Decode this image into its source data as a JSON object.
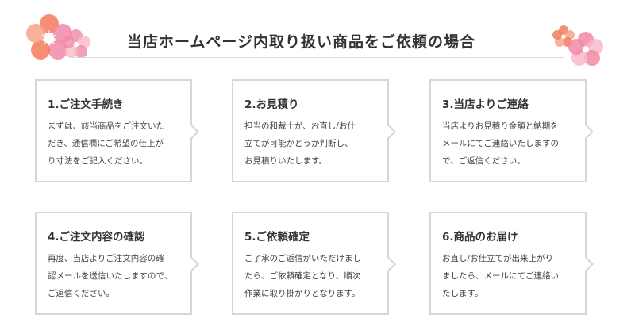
{
  "header": {
    "title": "当店ホームページ内取り扱い商品をご依頼の場合"
  },
  "steps": [
    {
      "title": "1.ご注文手続き",
      "lines": [
        "まずは、該当商品をご注文いた",
        "だき、通信欄にご希望の仕上が",
        "り寸法をご記入ください。"
      ]
    },
    {
      "title": "2.お見積り",
      "lines": [
        "担当の和裁士が、お直し/お仕",
        "立てが可能かどうか判断し、",
        "お見積りいたします。"
      ]
    },
    {
      "title": "3.当店よりご連絡",
      "lines": [
        "当店よりお見積り金額と納期を",
        "メールにてご連絡いたしますの",
        "で、ご返信ください。"
      ]
    },
    {
      "title": "4.ご注文内容の確認",
      "lines": [
        "再度、当店よりご注文内容の確",
        "認メールを送信いたしますので、",
        "ご返信ください。"
      ]
    },
    {
      "title": "5.ご依頼確定",
      "lines": [
        "ご了承のご返信がいただけまし",
        "たら、ご依頼確定となり、順次",
        "作業に取り掛かりとなります。"
      ]
    },
    {
      "title": "6.商品のお届け",
      "lines": [
        "お直し/お仕立てが出来上がり",
        "ましたら、メールにてご連絡い",
        "たします。"
      ]
    }
  ],
  "colors": {
    "petal_pink": "#f08aa6",
    "petal_coral": "#f47a5e",
    "petal_light": "#f9b9c8",
    "card_border": "#d7d7d7",
    "rule": "#d9d9d9"
  },
  "icons": {
    "left_decoration": "plum-blossom-icon",
    "right_decoration": "plum-blossom-icon"
  }
}
